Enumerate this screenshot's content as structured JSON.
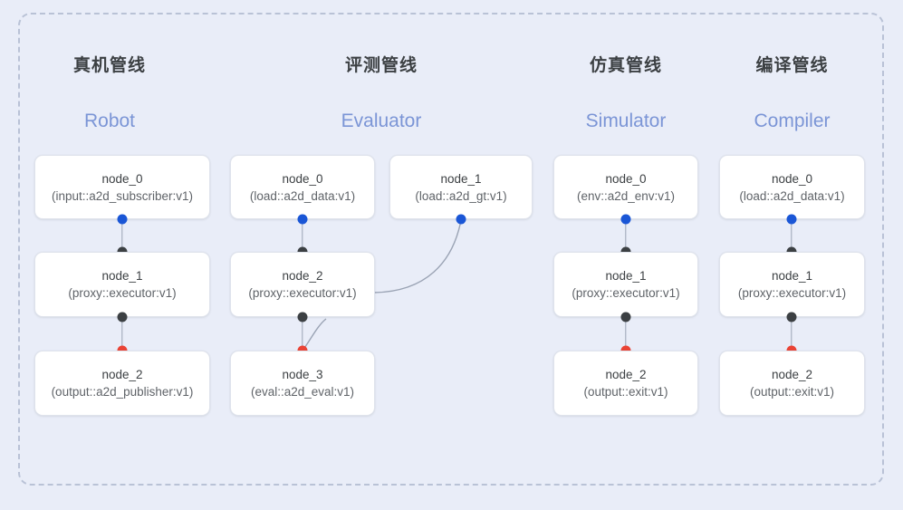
{
  "diagram": {
    "background_color": "#e9edf8",
    "frame_border_color": "#b9c2d6",
    "accent_color": "#7b95d6",
    "port_colors": {
      "input": "#1a56d6",
      "middle": "#3c4043",
      "output": "#ea4335"
    },
    "edge_color": "#9aa3b4"
  },
  "columns": [
    {
      "title": "真机管线",
      "subtitle": "Robot",
      "nodes": [
        {
          "name": "node_0",
          "spec": "(input::a2d_subscriber:v1)"
        },
        {
          "name": "node_1",
          "spec": "(proxy::executor:v1)"
        },
        {
          "name": "node_2",
          "spec": "(output::a2d_publisher:v1)"
        }
      ]
    },
    {
      "title": "评测管线",
      "subtitle": "Evaluator",
      "nodes": [
        {
          "name": "node_0",
          "spec": "(load::a2d_data:v1)"
        },
        {
          "name": "node_1",
          "spec": "(load::a2d_gt:v1)"
        },
        {
          "name": "node_2",
          "spec": "(proxy::executor:v1)"
        },
        {
          "name": "node_3",
          "spec": "(eval::a2d_eval:v1)"
        }
      ]
    },
    {
      "title": "仿真管线",
      "subtitle": "Simulator",
      "nodes": [
        {
          "name": "node_0",
          "spec": "(env::a2d_env:v1)"
        },
        {
          "name": "node_1",
          "spec": "(proxy::executor:v1)"
        },
        {
          "name": "node_2",
          "spec": "(output::exit:v1)"
        }
      ]
    },
    {
      "title": "编译管线",
      "subtitle": "Compiler",
      "nodes": [
        {
          "name": "node_0",
          "spec": "(load::a2d_data:v1)"
        },
        {
          "name": "node_1",
          "spec": "(proxy::executor:v1)"
        },
        {
          "name": "node_2",
          "spec": "(output::exit:v1)"
        }
      ]
    }
  ]
}
